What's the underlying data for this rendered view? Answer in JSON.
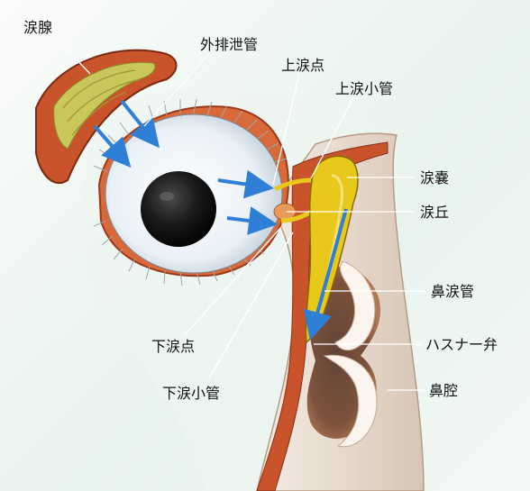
{
  "diagram": {
    "labels": {
      "lacrimal_gland": "涙腺",
      "excretory_ducts": "外排泄管",
      "upper_punctum": "上涙点",
      "upper_canaliculus": "上涙小管",
      "lacrimal_sac": "涙嚢",
      "lacrimal_caruncle": "涙丘",
      "nasolacrimal_duct": "鼻涙管",
      "hasner_valve": "ハスナー弁",
      "nasal_cavity": "鼻腔",
      "lower_punctum": "下涙点",
      "lower_canaliculus": "下涙小管"
    },
    "colors": {
      "arrow": "#2f7fd6",
      "skin": "#f3d8c4",
      "tissue": "#c9542c",
      "gland": "#c9c65a",
      "sac_yellow": "#e8c81a",
      "iris": "#151515",
      "sclera": "#eef3f7"
    }
  }
}
